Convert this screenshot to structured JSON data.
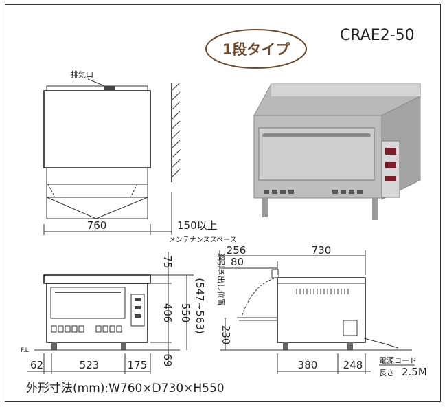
{
  "badge": "1段タイプ",
  "model": "CRAE2-50",
  "exhaust_label": "排気口",
  "top_view": {
    "width": "760",
    "clearance": "150以上",
    "clearance_note": "メンテナンススペース"
  },
  "front_view": {
    "h_top": "75",
    "h_body": "406",
    "h_total": "550",
    "h_range": "(547~563)",
    "h_legs": "69",
    "w_left": "62",
    "w_mid": "523",
    "w_right": "175",
    "floor_label": "F.L"
  },
  "side_view": {
    "depth": "730",
    "door_ext": "256",
    "door_gap": "80",
    "tray_label": "網引き出し位置",
    "tray_h": "230",
    "w_front": "380",
    "w_rear": "248",
    "cord_label": "電源コード",
    "cord_len_label": "長さ",
    "cord_len": "2.5M"
  },
  "caption": "外形寸法(mm):W760×D730×H550"
}
